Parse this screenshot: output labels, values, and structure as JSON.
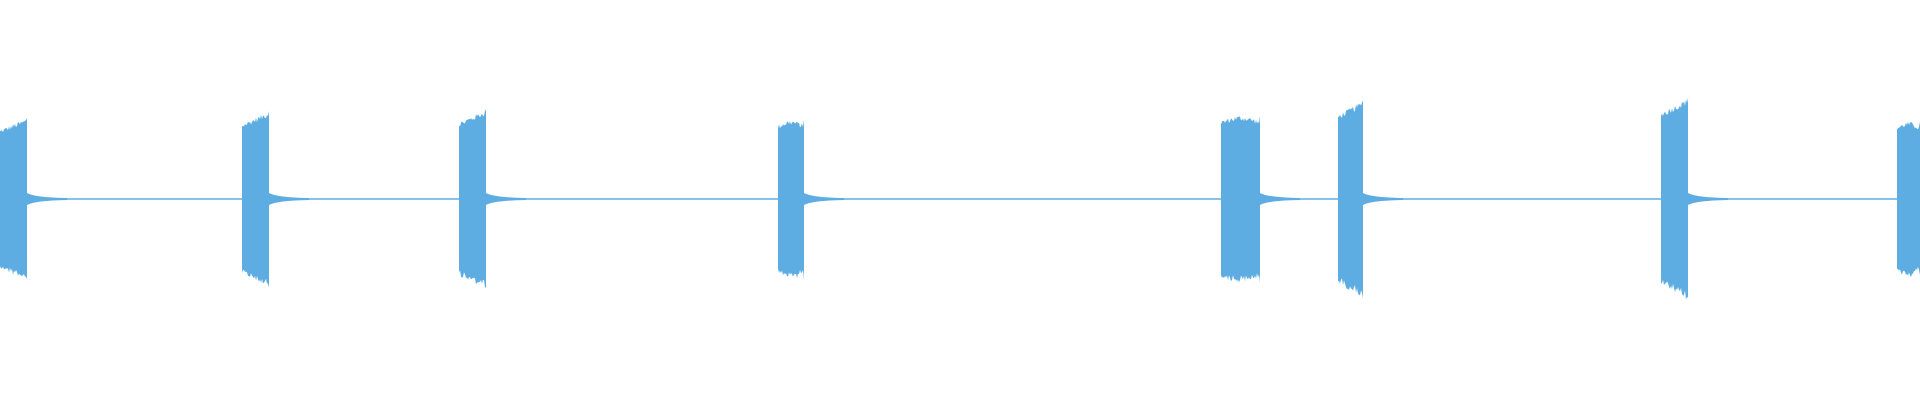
{
  "waveform": {
    "color": "#5dade2",
    "baseline_amplitude": 0.015,
    "bursts": [
      {
        "start": 0.0,
        "end": 0.014,
        "peak": 0.92,
        "shape": "rising"
      },
      {
        "start": 0.126,
        "end": 0.14,
        "peak": 1.0,
        "shape": "rising"
      },
      {
        "start": 0.239,
        "end": 0.253,
        "peak": 1.02,
        "shape": "rising"
      },
      {
        "start": 0.405,
        "end": 0.419,
        "peak": 0.9,
        "shape": "flat"
      },
      {
        "start": 0.636,
        "end": 0.656,
        "peak": 0.95,
        "shape": "flat"
      },
      {
        "start": 0.697,
        "end": 0.71,
        "peak": 1.12,
        "shape": "rising"
      },
      {
        "start": 0.865,
        "end": 0.879,
        "peak": 1.15,
        "shape": "rising"
      },
      {
        "start": 0.988,
        "end": 1.0,
        "peak": 0.88,
        "shape": "flat"
      }
    ]
  }
}
